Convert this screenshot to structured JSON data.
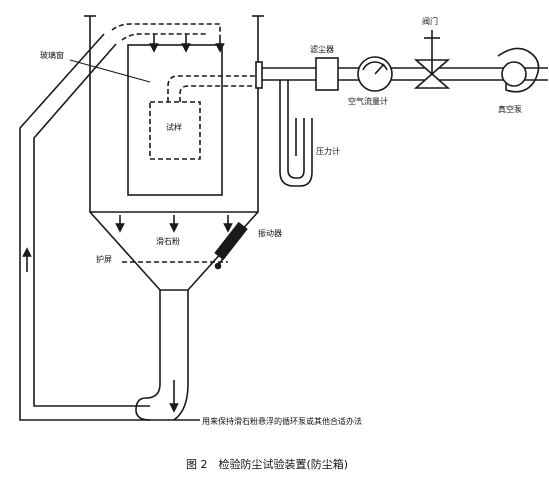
{
  "labels": {
    "glass_window": "玻璃窗",
    "specimen": "试样",
    "dust_filter": "滤尘器",
    "valve": "阀门",
    "flowmeter": "空气流量计",
    "vacuum_pump": "真空泵",
    "pressure_gauge": "压力计",
    "vibrator": "振动器",
    "talc_powder": "滑石粉",
    "screen": "护屏",
    "circulation_pump": "用来保持滑石粉悬浮的循环泵或其他合适办法"
  },
  "caption": "图 2　检验防尘试验装置(防尘箱)",
  "colors": {
    "line": "#1a1a1a",
    "background": "#ffffff"
  }
}
